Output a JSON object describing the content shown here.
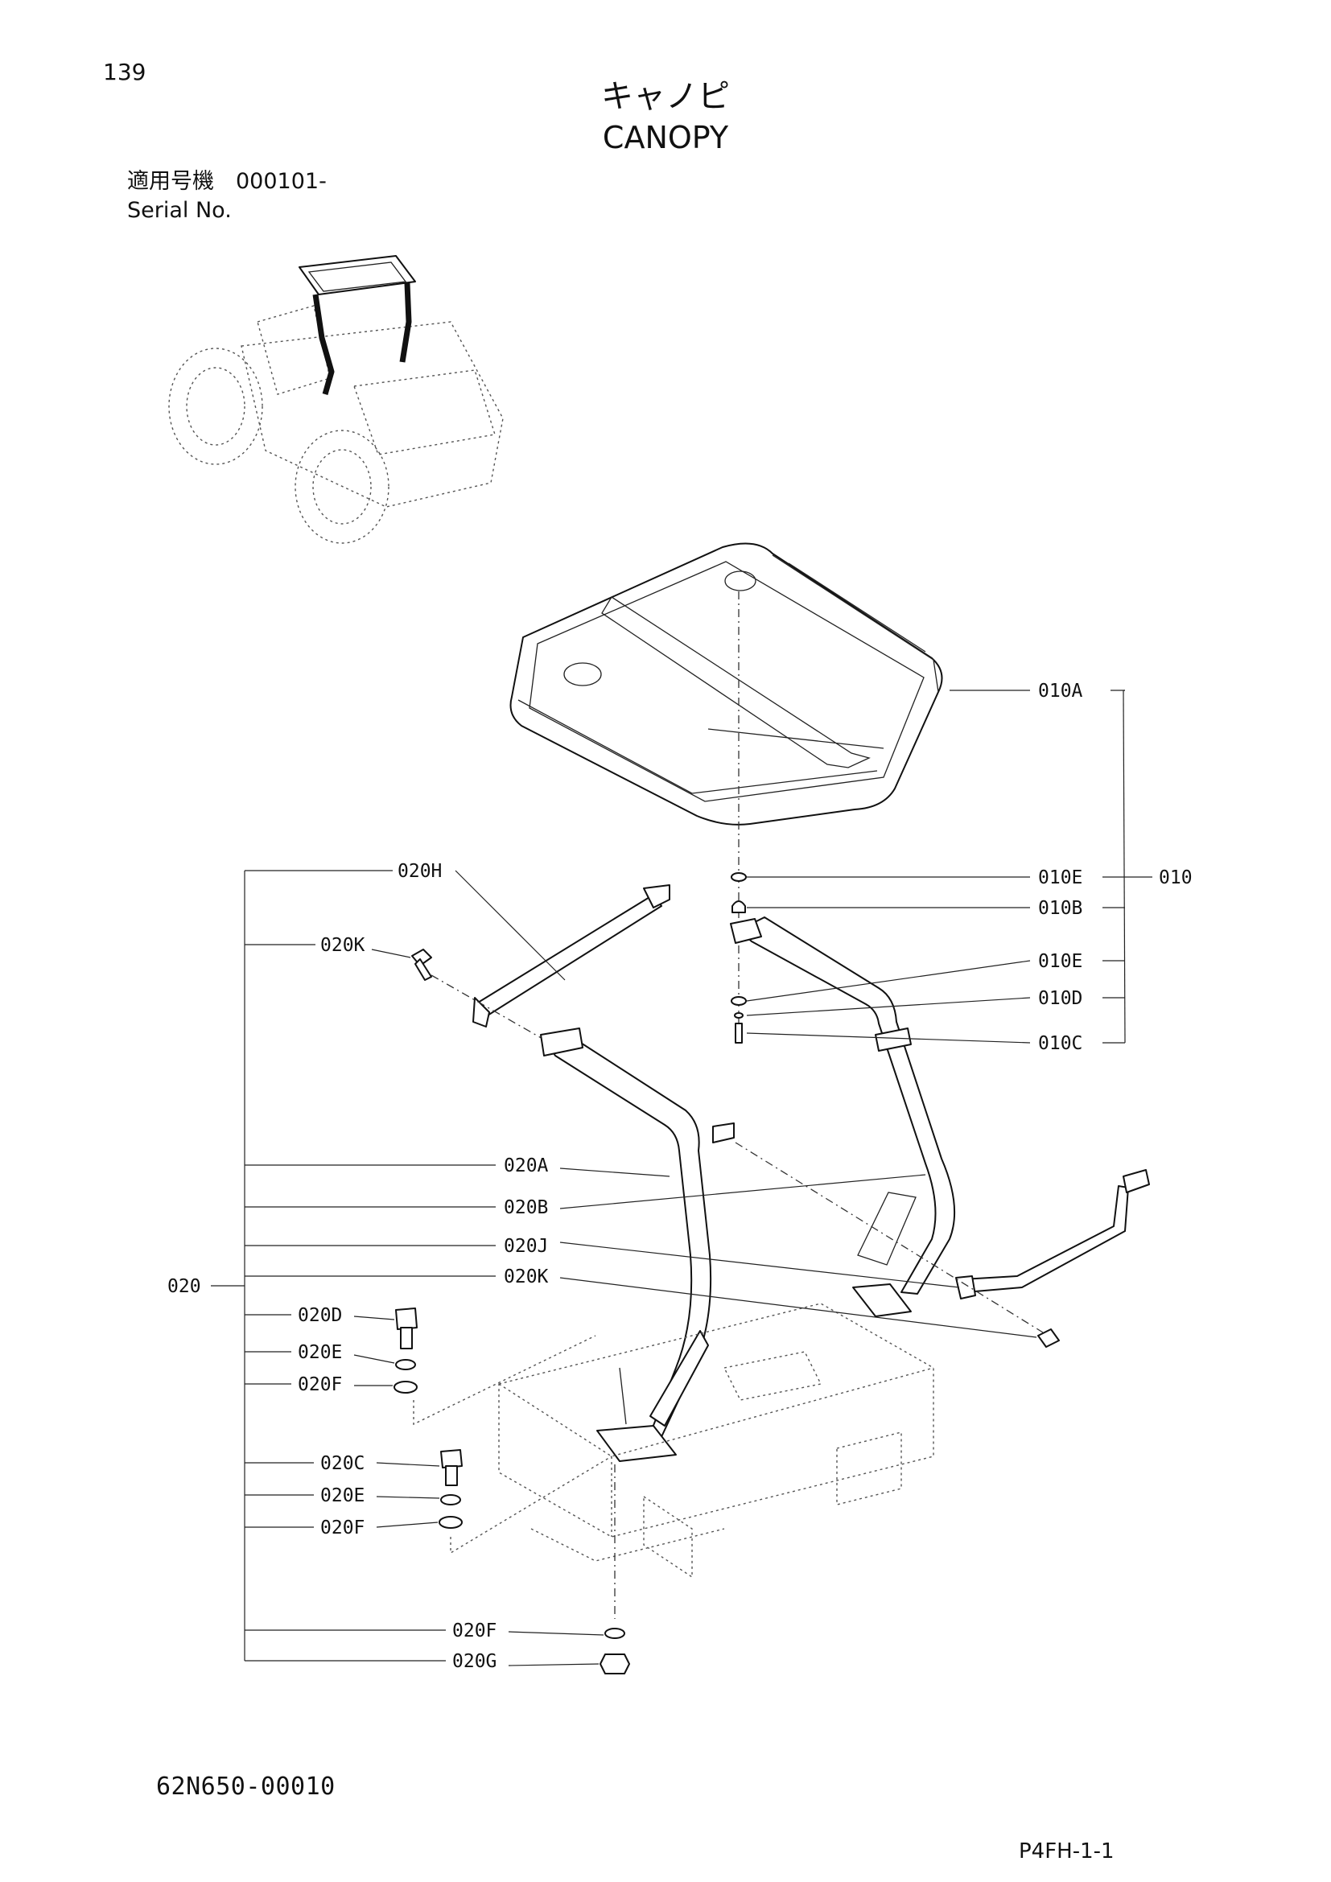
{
  "header": {
    "page_number": "139",
    "title_jp": "キャノピ",
    "title_en": "CANOPY",
    "serial_label_jp": "適用号機　000101-",
    "serial_label_en": "Serial No."
  },
  "footer": {
    "drawing_number": "62N650-00010",
    "page_code": "P4FH-1-1"
  },
  "callouts": {
    "c010A": "010A",
    "c010": "010",
    "c010E_1": "010E",
    "c010B": "010B",
    "c010E_2": "010E",
    "c010D": "010D",
    "c010C": "010C",
    "c020": "020",
    "c020H": "020H",
    "c020K_1": "020K",
    "c020A": "020A",
    "c020B": "020B",
    "c020J": "020J",
    "c020K_2": "020K",
    "c020D": "020D",
    "c020E_1": "020E",
    "c020F_1": "020F",
    "c020C": "020C",
    "c020E_2": "020E",
    "c020F_2": "020F",
    "c020F_3": "020F",
    "c020G": "020G"
  }
}
